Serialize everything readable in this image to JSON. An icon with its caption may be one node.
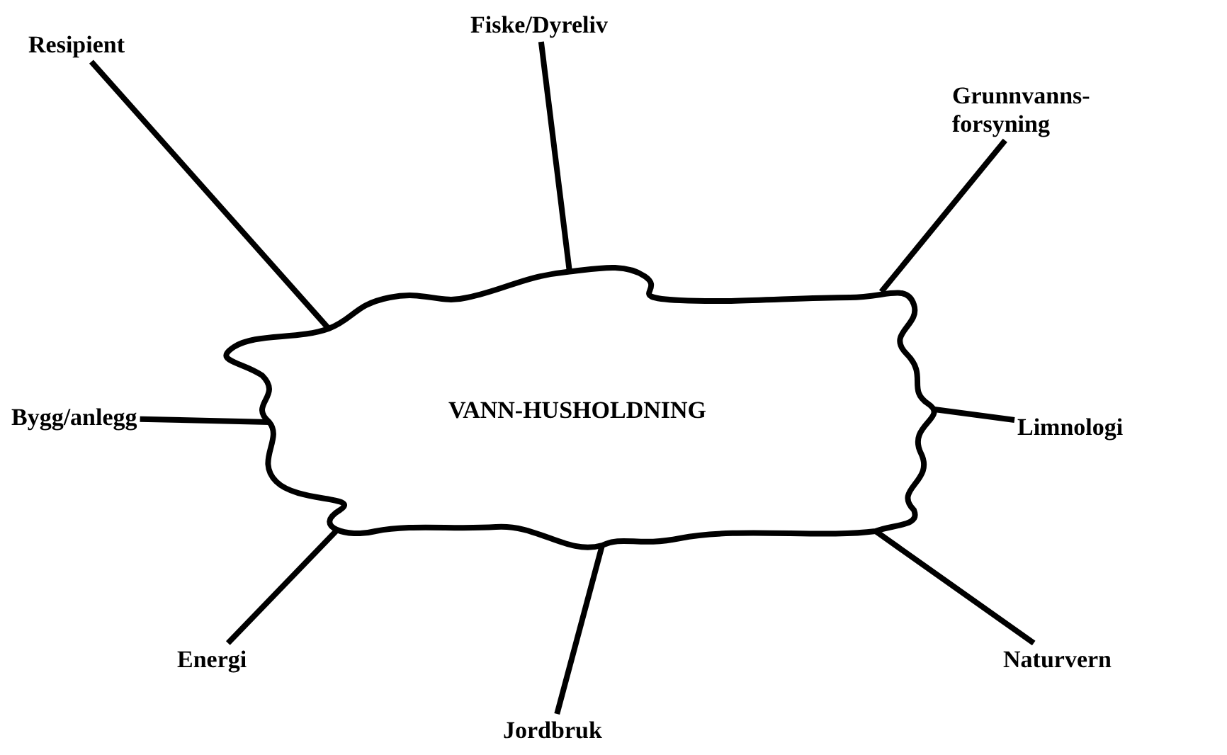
{
  "diagram": {
    "nodes": [
      {
        "text": [
          "VANN-HUSHOLDNING"
        ]
      },
      {
        "text": [
          "Resipient"
        ]
      },
      {
        "text": [
          "Fiske/Dyreliv"
        ]
      },
      {
        "text": [
          "Grunnvanns- forsyning"
        ]
      },
      {
        "text": [
          "Bygg/anlegg"
        ]
      },
      {
        "text": [
          "Limnologi"
        ]
      },
      {
        "text": [
          "Energi"
        ]
      },
      {
        "text": [
          "Jordbruk"
        ]
      },
      {
        "text": [
          "Naturvern"
        ]
      }
    ],
    "edges": [
      {
        "from": 0,
        "to": 1,
        "arrow": "none"
      },
      {
        "from": 0,
        "to": 2,
        "arrow": "none"
      },
      {
        "from": 0,
        "to": 3,
        "arrow": "none"
      },
      {
        "from": 0,
        "to": 4,
        "arrow": "none"
      },
      {
        "from": 0,
        "to": 5,
        "arrow": "none"
      },
      {
        "from": 0,
        "to": 6,
        "arrow": "none"
      },
      {
        "from": 0,
        "to": 7,
        "arrow": "none"
      },
      {
        "from": 0,
        "to": 8,
        "arrow": "none"
      }
    ]
  }
}
